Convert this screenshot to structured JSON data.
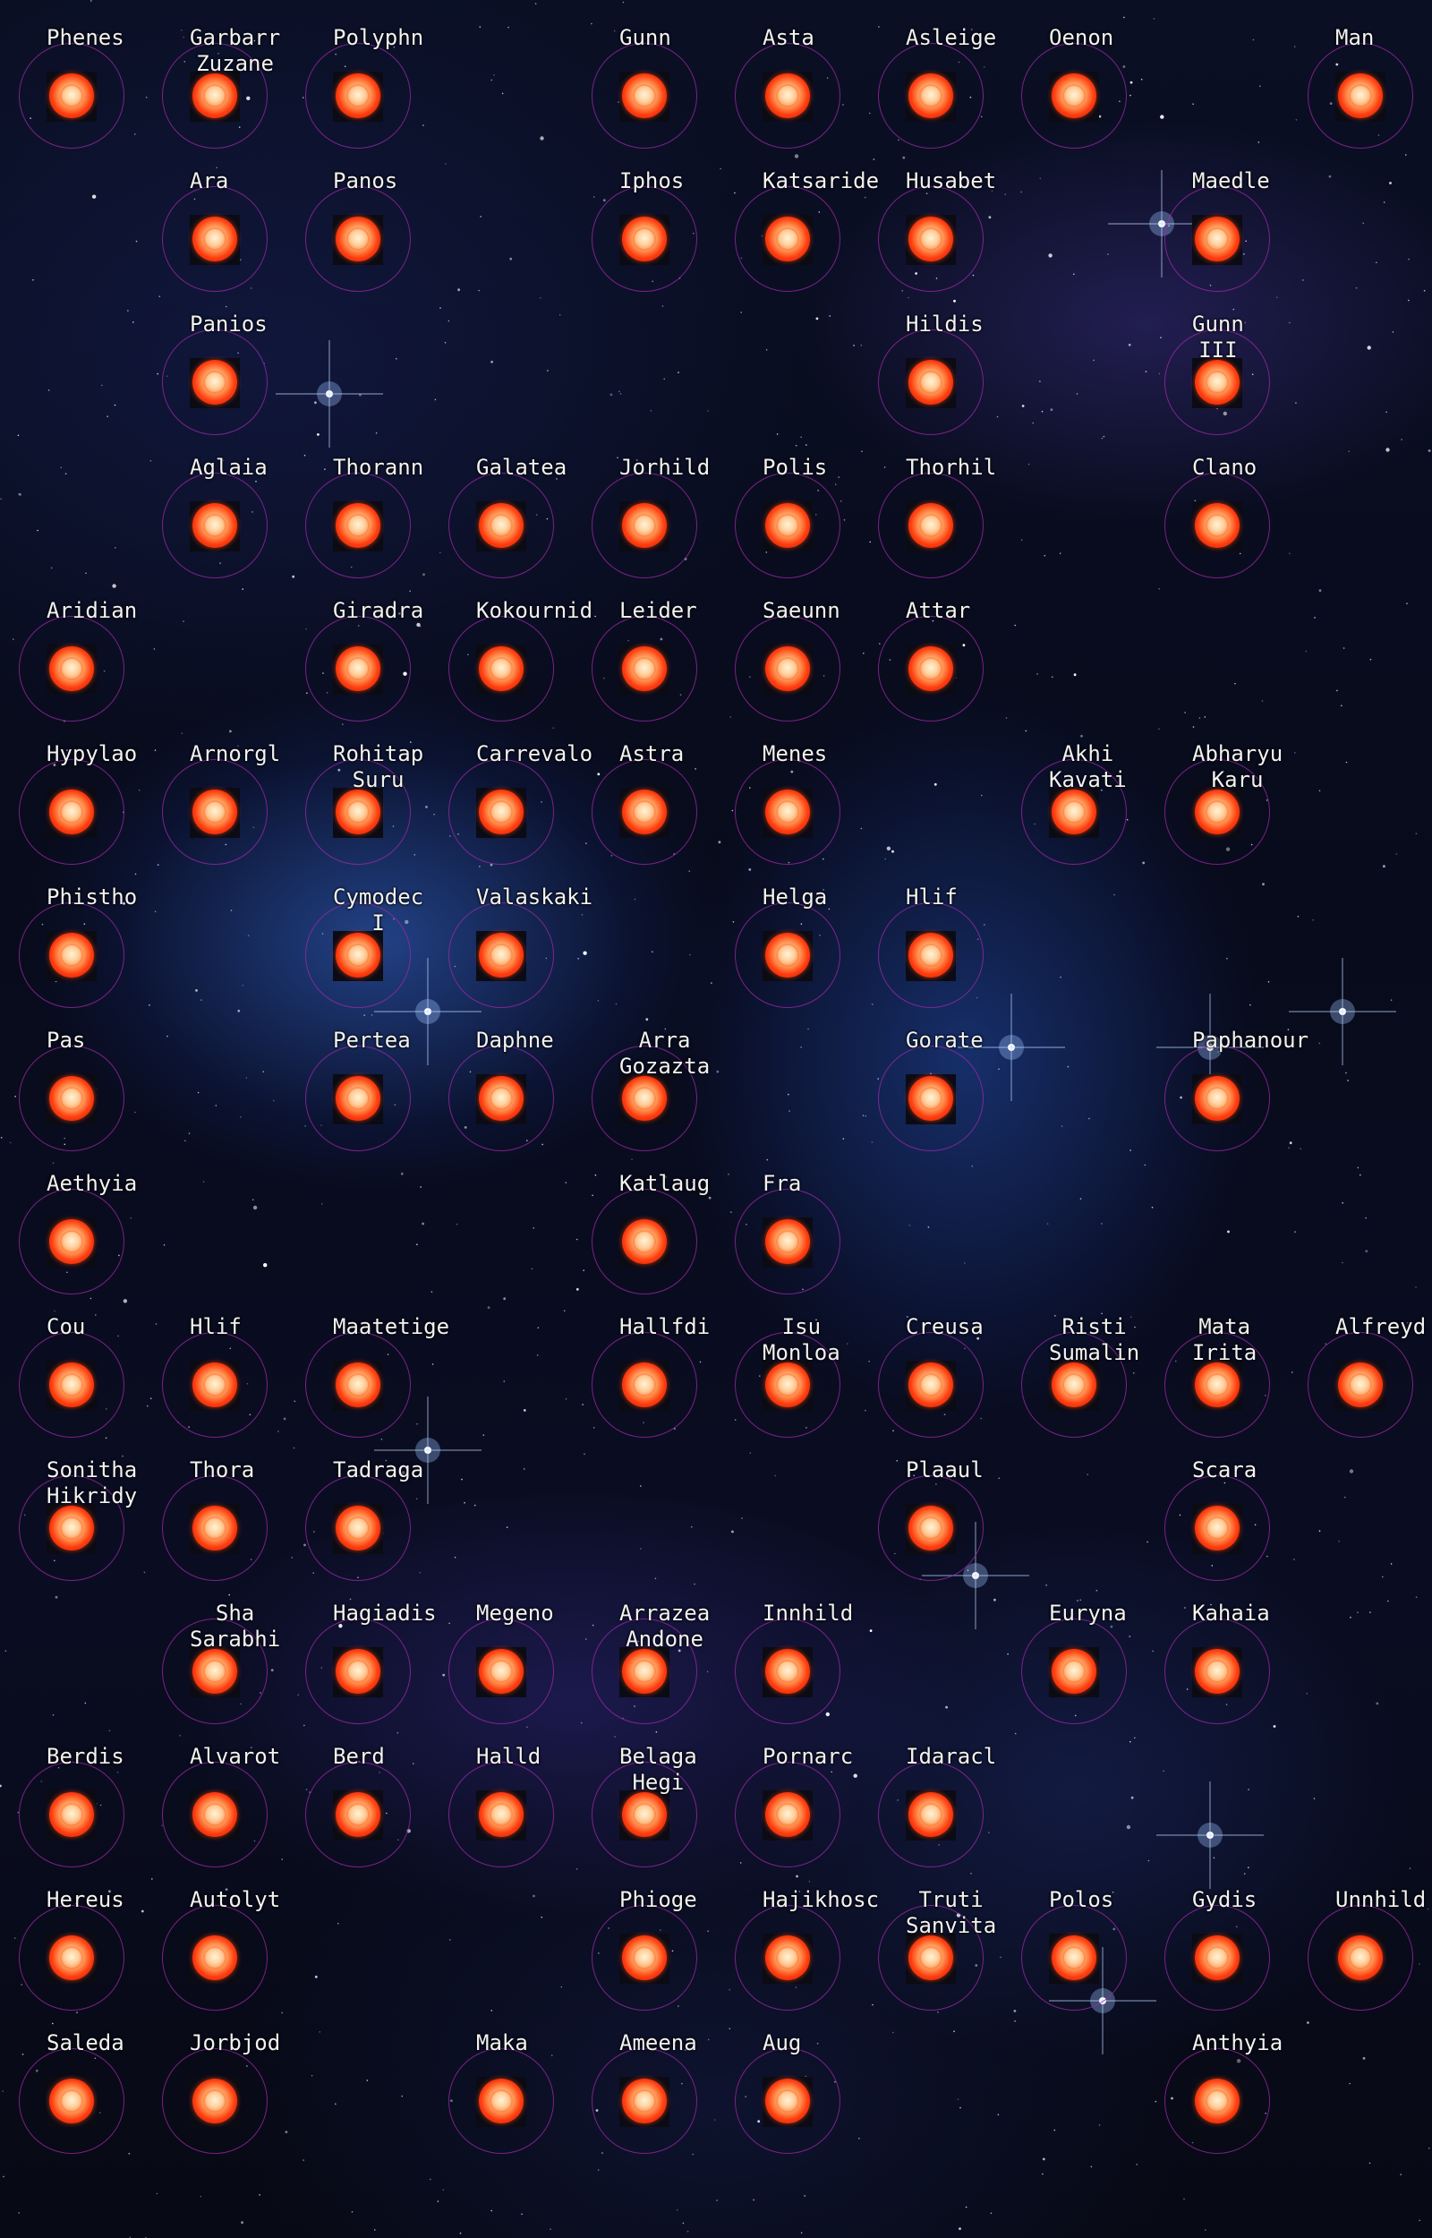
{
  "planet_grid": {
    "rows": [
      [
        "Phenes",
        "Garbarr\nZuzane",
        "Polyphn",
        "",
        "Gunn",
        "Asta",
        "Asleige",
        "Oenon",
        "",
        "Man"
      ],
      [
        "",
        "Ara",
        "Panos",
        "",
        "Iphos",
        "Katsaride",
        "Husabet",
        "",
        "Maedle",
        ""
      ],
      [
        "",
        "Panios",
        "",
        "",
        "",
        "",
        "Hildis",
        "",
        "Gunn\nIII",
        ""
      ],
      [
        "",
        "Aglaia",
        "Thorann",
        "Galatea",
        "Jorhild",
        "Polis",
        "Thorhil",
        "",
        "Clano",
        ""
      ],
      [
        "Aridian",
        "",
        "Giradra",
        "Kokournid",
        "Leider",
        "Saeunn",
        "Attar",
        "",
        "",
        ""
      ],
      [
        "Hypylao",
        "Arnorgl",
        "Rohitap\nSuru",
        "Carrevalo",
        "Astra",
        "Menes",
        "",
        "Akhi\nKavati",
        "Abharyu\nKaru",
        ""
      ],
      [
        "Phistho",
        "",
        "Cymodec\nI",
        "Valaskaki",
        "",
        "Helga",
        "Hlif",
        "",
        "",
        ""
      ],
      [
        "Pas",
        "",
        "Pertea",
        "Daphne",
        "Arra\nGozazta",
        "",
        "Gorate",
        "",
        "Paphanour",
        ""
      ],
      [
        "Aethyia",
        "",
        "",
        "",
        "Katlaug",
        "Fra",
        "",
        "",
        "",
        ""
      ],
      [
        "Cou",
        "Hlif",
        "Maatetige",
        "",
        "Hallfdi",
        "Isu\nMonloa",
        "Creusa",
        "Risti\nSumalin",
        "Mata\nIrita",
        "Alfreyd"
      ],
      [
        "Sonitha\nHikridy",
        "Thora",
        "Tadraga",
        "",
        "",
        "",
        "Plaaul",
        "",
        "Scara",
        ""
      ],
      [
        "",
        "Sha\nSarabhi",
        "Hagiadis",
        "Megeno",
        "Arrazea\nAndone",
        "Innhild",
        "",
        "Euryna",
        "Kahaia",
        ""
      ],
      [
        "Berdis",
        "Alvarot",
        "Berd",
        "Halld",
        "Belaga\nHegi",
        "Pornarc",
        "Idaracl",
        "",
        "",
        ""
      ],
      [
        "Hereus",
        "Autolyt",
        "",
        "",
        "Phioge",
        "Hajikhosc",
        "Truti\nSanvita",
        "Polos",
        "Gydis",
        "Unnhild"
      ],
      [
        "Saleda",
        "Jorbjod",
        "",
        "Maka",
        "Ameena",
        "Aug",
        "",
        "",
        "Anthyia",
        ""
      ]
    ]
  },
  "theme": {
    "label_color": "#f2f2f2",
    "orbit_ring_color": "#a028aa",
    "sun_core_color": "#fff3d8",
    "sun_edge_color": "#e42a05",
    "space_background_color": "#080b1b"
  }
}
